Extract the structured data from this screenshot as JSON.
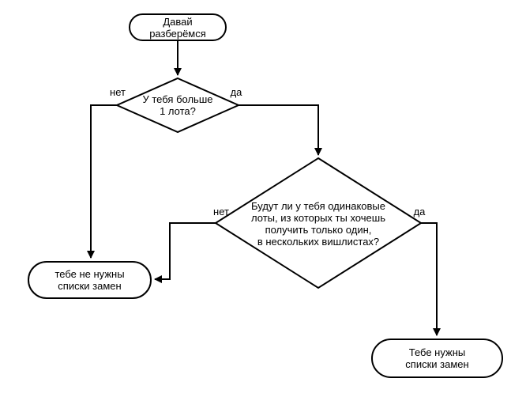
{
  "canvas": {
    "background": "#ffffff",
    "stroke_color": "#000000",
    "text_color": "#000000"
  },
  "nodes": {
    "start": {
      "type": "terminator",
      "label": "Давай\nразберёмся"
    },
    "decision1": {
      "type": "decision",
      "label": "У тебя больше\n1 лота?"
    },
    "decision2": {
      "type": "decision",
      "label": "Будут ли у тебя одинаковые\nлоты, из которых ты хочешь\nполучить только один,\nв нескольких вишлистах?"
    },
    "result_no": {
      "type": "terminator",
      "label": "тебе не нужны\nсписки замен"
    },
    "result_yes": {
      "type": "terminator",
      "label": "Тебе нужны\nсписки замен"
    }
  },
  "edge_labels": {
    "decision1_no": "нет",
    "decision1_yes": "да",
    "decision2_no": "нет",
    "decision2_yes": "да"
  }
}
